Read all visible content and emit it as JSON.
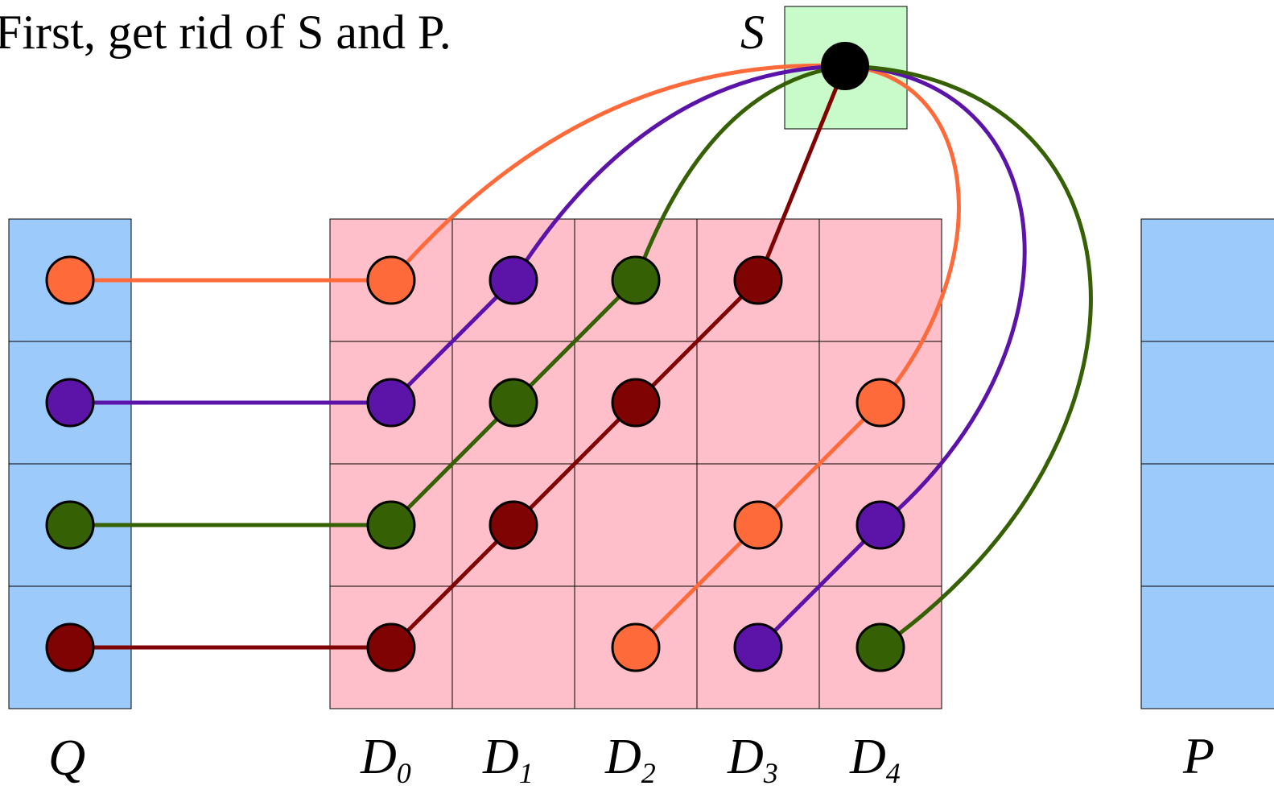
{
  "headline": "First, get rid of S and P.",
  "labels": {
    "s": "S",
    "q": "Q",
    "p": "P",
    "d": [
      {
        "base": "D",
        "sub": "0"
      },
      {
        "base": "D",
        "sub": "1"
      },
      {
        "base": "D",
        "sub": "2"
      },
      {
        "base": "D",
        "sub": "3"
      },
      {
        "base": "D",
        "sub": "4"
      }
    ]
  },
  "colors": {
    "q_column": "#9ccafa",
    "d_grid": "#ffbfca",
    "s_box": "#c9fac9",
    "s_node": "#000000",
    "orange": "#ff6a3a",
    "purple": "#5c14a8",
    "green": "#356003",
    "red": "#7f0303"
  },
  "paths": [
    {
      "color": "orange",
      "q_row": 0,
      "cells": [
        [
          0,
          0
        ]
      ],
      "s_cell": [
        0,
        0
      ]
    },
    {
      "color": "purple",
      "q_row": 1,
      "cells": [
        [
          0,
          1
        ],
        [
          1,
          0
        ]
      ],
      "s_cell": [
        1,
        0
      ]
    },
    {
      "color": "green",
      "q_row": 2,
      "cells": [
        [
          0,
          2
        ],
        [
          1,
          1
        ],
        [
          2,
          0
        ]
      ],
      "s_cell": [
        2,
        0
      ]
    },
    {
      "color": "red",
      "q_row": 3,
      "cells": [
        [
          0,
          3
        ],
        [
          1,
          2
        ],
        [
          2,
          1
        ],
        [
          3,
          0
        ]
      ],
      "s_cell": [
        3,
        0
      ]
    },
    {
      "color": "orange",
      "q_row": null,
      "cells": [
        [
          2,
          3
        ],
        [
          3,
          2
        ],
        [
          4,
          1
        ]
      ],
      "s_cell": [
        4,
        1
      ]
    },
    {
      "color": "purple",
      "q_row": null,
      "cells": [
        [
          3,
          3
        ],
        [
          4,
          2
        ]
      ],
      "s_cell": [
        4,
        2
      ]
    },
    {
      "color": "green",
      "q_row": null,
      "cells": [
        [
          4,
          3
        ]
      ],
      "s_cell": [
        4,
        3
      ]
    }
  ]
}
